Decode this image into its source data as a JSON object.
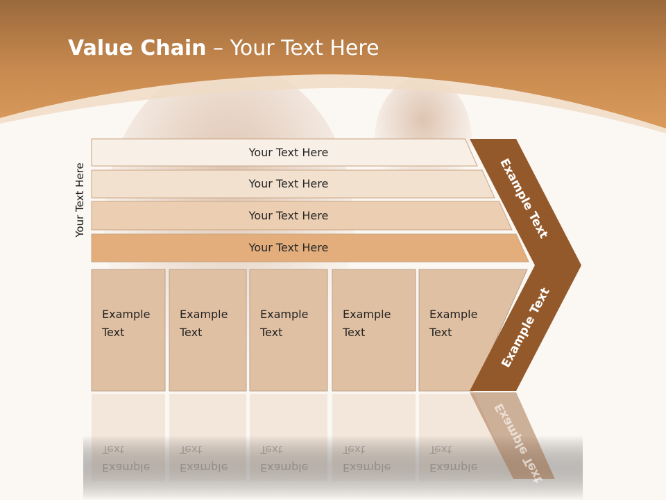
{
  "slide": {
    "title_bold": "Value Chain",
    "title_rest": " – Your Text Here",
    "side_label": "Your Text Here"
  },
  "rows": [
    {
      "label": "Your Text Here",
      "color": "#f8efe6"
    },
    {
      "label": "Your Text Here",
      "color": "#f2e1cf"
    },
    {
      "label": "Your Text Here",
      "color": "#eccfb2"
    },
    {
      "label": "Your Text Here",
      "color": "#e3ae7c"
    }
  ],
  "columns": [
    {
      "line1": "Example",
      "line2": "Text"
    },
    {
      "line1": "Example",
      "line2": "Text"
    },
    {
      "line1": "Example",
      "line2": "Text"
    },
    {
      "line1": "Example",
      "line2": "Text"
    },
    {
      "line1": "Example",
      "line2": "Text"
    }
  ],
  "arrow": {
    "upper_label": "Example Text",
    "lower_label": "Example Text",
    "color": "#94592a"
  },
  "colors": {
    "header": "#c98a4f",
    "column_fill": "#e0c0a2",
    "background": "#fbf7f3"
  }
}
